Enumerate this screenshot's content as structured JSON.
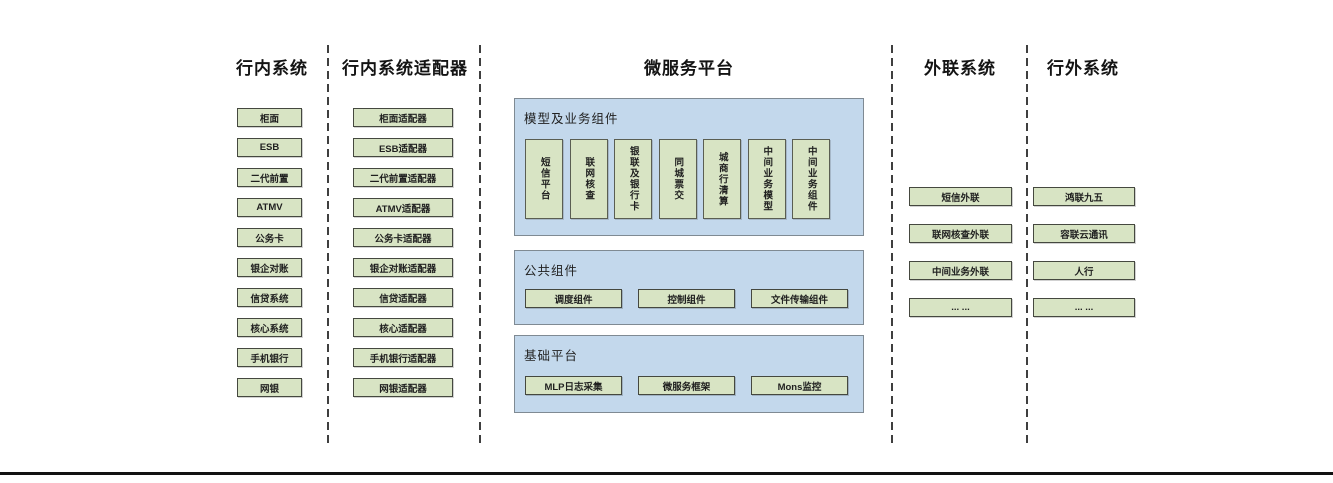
{
  "diagram": {
    "columns": [
      {
        "title": "行内系统",
        "boxes": [
          "柜面",
          "ESB",
          "二代前置",
          "ATMV",
          "公务卡",
          "银企对账",
          "信贷系统",
          "核心系统",
          "手机银行",
          "网银"
        ]
      },
      {
        "title": "行内系统适配器",
        "boxes": [
          "柜面适配器",
          "ESB适配器",
          "二代前置适配器",
          "ATMV适配器",
          "公务卡适配器",
          "银企对账适配器",
          "信贷适配器",
          "核心适配器",
          "手机银行适配器",
          "网银适配器"
        ]
      },
      {
        "title": "微服务平台",
        "containers": [
          {
            "label": "模型及业务组件",
            "boxes": [
              "短信平台",
              "联网核查",
              "银联及银行卡",
              "同城票交",
              "城商行清算",
              "中间业务模型",
              "中间业务组件"
            ]
          },
          {
            "label": "公共组件",
            "boxes": [
              "调度组件",
              "控制组件",
              "文件传输组件"
            ]
          },
          {
            "label": "基础平台",
            "boxes": [
              "MLP日志采集",
              "微服务框架",
              "Mons监控"
            ]
          }
        ]
      },
      {
        "title": "外联系统",
        "boxes": [
          "短信外联",
          "联网核查外联",
          "中间业务外联",
          "... ..."
        ]
      },
      {
        "title": "行外系统",
        "boxes": [
          "鸿联九五",
          "容联云通讯",
          "人行",
          "... ..."
        ]
      }
    ],
    "colors": {
      "box_fill": "#d8e4c4",
      "box_border": "#45483f",
      "container_fill": "#c3d8ec",
      "container_border": "#7f8a93",
      "divider": "#3f3f3f",
      "bottom_rule": "#111111",
      "text": "#1f1f1f"
    }
  }
}
